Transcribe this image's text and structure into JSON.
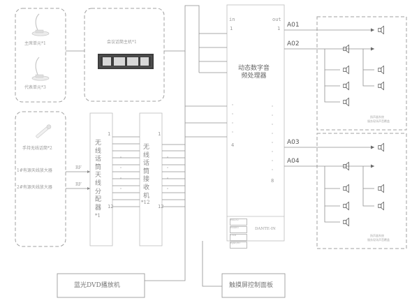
{
  "conference": {
    "chairman_unit": "主席单元*1",
    "delegate_unit": "代表单元*3",
    "host": "会议话筒主机*1"
  },
  "wireless": {
    "handheld_mic": "手持无线话筒*2",
    "antenna_amp_1": "1#有源天线放大器",
    "antenna_amp_2": "2#有源天线放大器",
    "rf_label": "RF",
    "splitter_title": "无线话筒天线分配器",
    "splitter_qty": "*1",
    "receiver_title": "无线话筒接收机",
    "receiver_qty": "*12",
    "ch_first": "1",
    "ch_last": "12"
  },
  "dvd": {
    "label": "蓝光DVD播放机"
  },
  "processor": {
    "label": "动态数字音频处理器",
    "in_label": "in",
    "out_label": "out",
    "in_last": "4",
    "out_last": "8",
    "dante": "DANTE-IN",
    "ports": [
      "RS232",
      "RS485",
      "USB",
      "RJ45/IO"
    ]
  },
  "touch_panel": {
    "label": "触摸屏控制面板"
  },
  "outputs": [
    "A01",
    "A02",
    "A03",
    "A04"
  ],
  "speaker_zone": {
    "caption_line1": "扬声器系统",
    "caption_line2": "服务现场声音覆盖"
  },
  "colors": {
    "line": "#8f8f8f",
    "dash": "#a0a0a0",
    "fill_dark": "#3d3d3d"
  }
}
